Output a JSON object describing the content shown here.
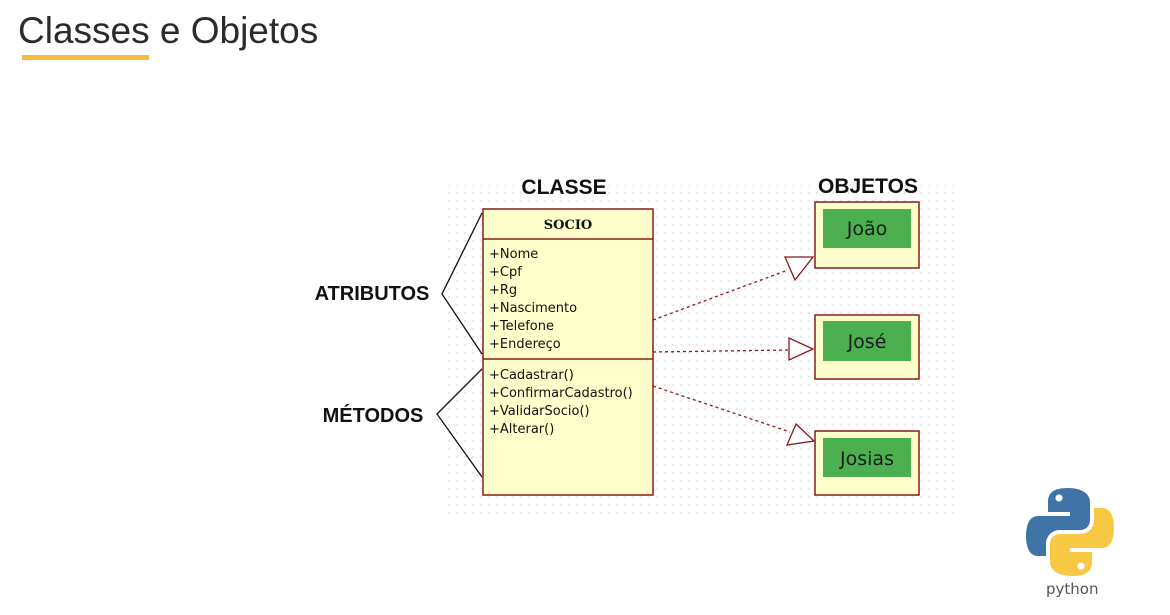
{
  "page": {
    "title": "Classes e Objetos",
    "accent_color": "#f2be3a"
  },
  "diagram": {
    "heading_class": "CLASSE",
    "heading_objects": "OBJETOS",
    "label_attributes": "ATRIBUTOS",
    "label_methods": "MÉTODOS",
    "class_box": {
      "name": "SOCIO",
      "attributes": [
        "+Nome",
        "+Cpf",
        "+Rg",
        "+Nascimento",
        "+Telefone",
        "+Endereço"
      ],
      "methods": [
        "+Cadastrar()",
        "+ConfirmarCadastro()",
        "+ValidarSocio()",
        "+Alterar()"
      ],
      "fill_color": "#ffffcc",
      "border_color": "#8b1a1a"
    },
    "objects": [
      {
        "name": "João"
      },
      {
        "name": "José"
      },
      {
        "name": "Josias"
      }
    ],
    "object_fill_color": "#4caf50",
    "link_color": "#8b1a1a"
  },
  "logo": {
    "wordmark": "python",
    "blue": "#3f72a5",
    "yellow": "#f7c843"
  }
}
